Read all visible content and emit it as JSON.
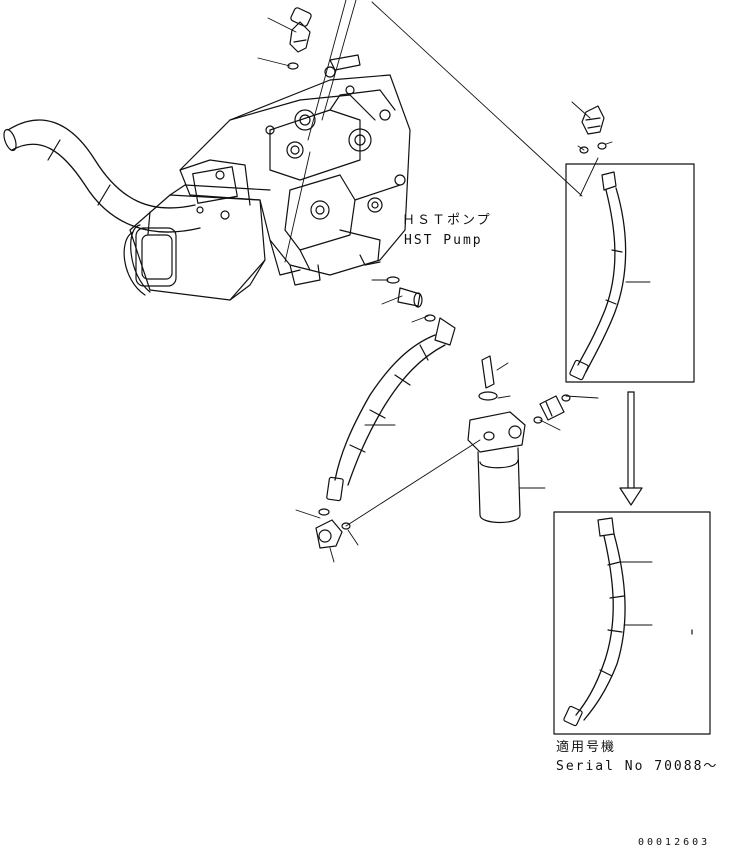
{
  "labels": {
    "hst_pump_jp": "ＨＳＴポンプ",
    "hst_pump_en": "HST Pump",
    "serial_jp": "適用号機",
    "serial_en": "Serial No 70088～",
    "doc_number": "00012603"
  },
  "colors": {
    "ink": "#111111",
    "paper": "#ffffff"
  }
}
